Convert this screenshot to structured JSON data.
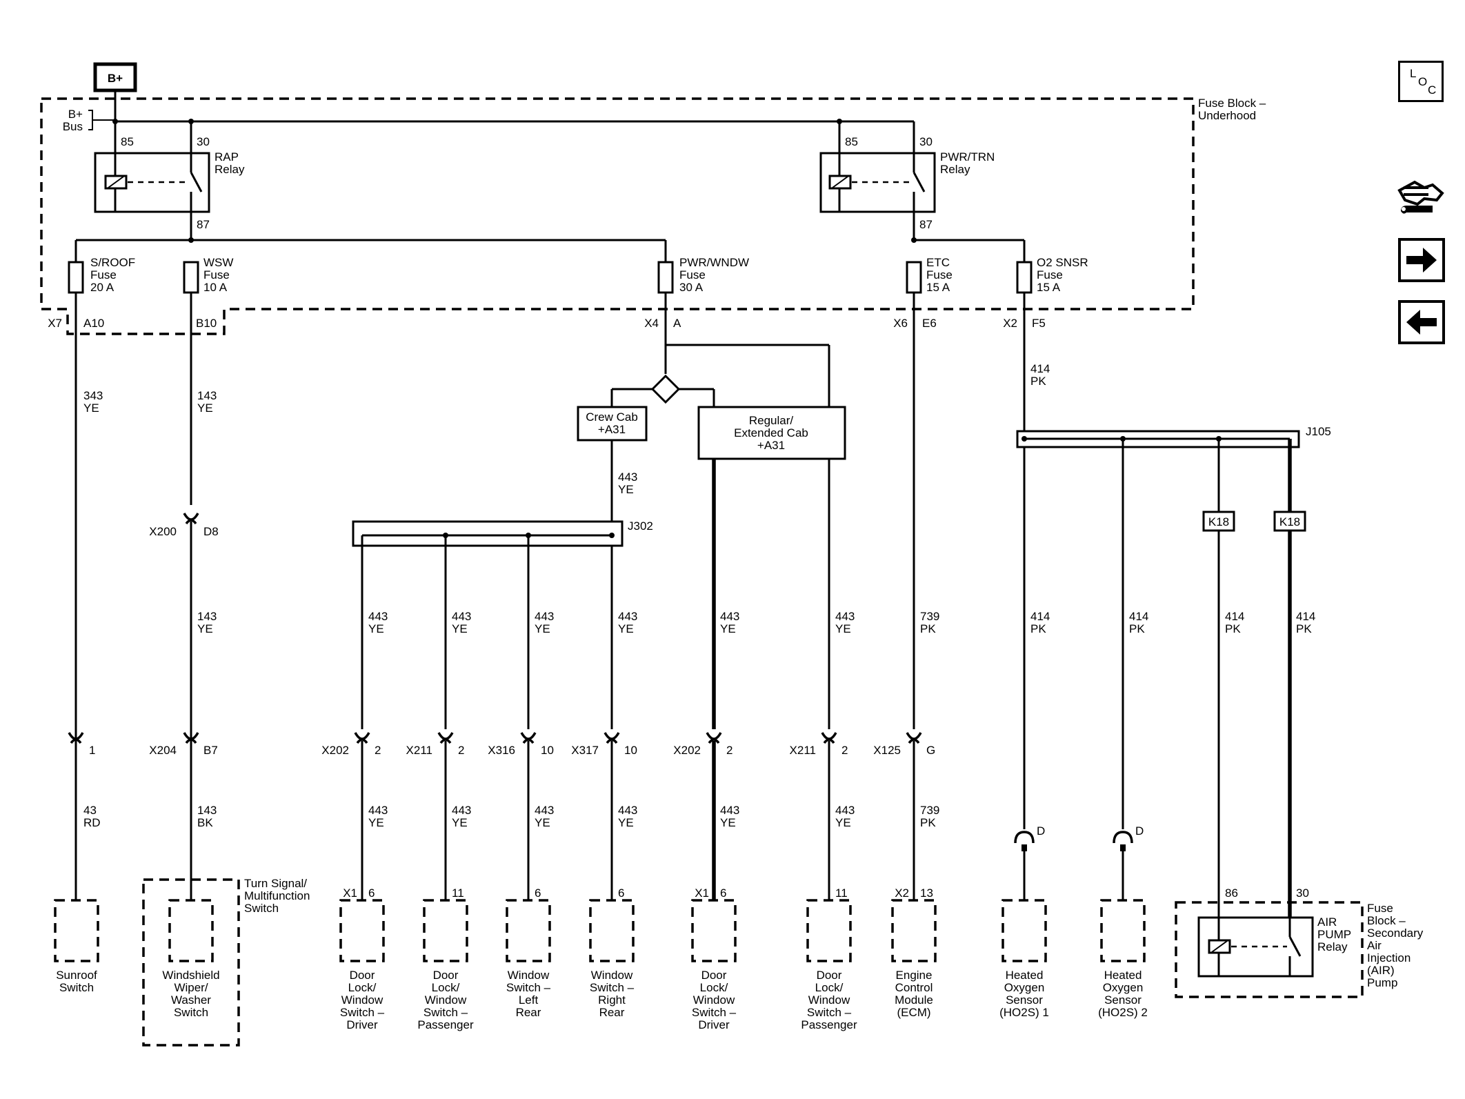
{
  "source": {
    "label": "B+"
  },
  "fuse_block": {
    "title": [
      "Fuse Block –",
      "Underhood"
    ],
    "bus_label": [
      "B+",
      "Bus"
    ]
  },
  "relays": [
    {
      "name": [
        "RAP",
        "Relay"
      ],
      "pins": [
        "85",
        "30",
        "87"
      ]
    },
    {
      "name": [
        "PWR/TRN",
        "Relay"
      ],
      "pins": [
        "85",
        "30",
        "87"
      ]
    },
    {
      "name": [
        "AIR",
        "PUMP",
        "Relay"
      ],
      "pins": [
        "86",
        "30"
      ]
    }
  ],
  "fuses": [
    {
      "name": [
        "S/ROOF",
        "Fuse",
        "20 A"
      ],
      "connector": "X7",
      "pin": "A10"
    },
    {
      "name": [
        "WSW",
        "Fuse",
        "10 A"
      ],
      "connector": "",
      "pin": "B10"
    },
    {
      "name": [
        "PWR/WNDW",
        "Fuse",
        "30 A"
      ],
      "connector": "X4",
      "pin": "A"
    },
    {
      "name": [
        "ETC",
        "Fuse",
        "15 A"
      ],
      "connector": "X6",
      "pin": "E6"
    },
    {
      "name": [
        "O2 SNSR",
        "Fuse",
        "15 A"
      ],
      "connector": "X2",
      "pin": "F5"
    }
  ],
  "options": [
    {
      "label": [
        "Crew Cab",
        "+A31"
      ]
    },
    {
      "label": [
        "Regular/",
        "Extended Cab",
        "+A31"
      ]
    }
  ],
  "splices": [
    "J302",
    "J105"
  ],
  "wires": {
    "sunroof_upper": [
      "343",
      "YE"
    ],
    "sunroof_lower": [
      "43",
      "RD"
    ],
    "wsw_upper": [
      "143",
      "YE"
    ],
    "wsw_mid": [
      "143",
      "YE"
    ],
    "wsw_lower": [
      "143",
      "BK"
    ],
    "crew_feed": [
      "443",
      "YE"
    ],
    "door": [
      "443",
      "YE"
    ],
    "etc": [
      "739",
      "PK"
    ],
    "o2_feed": [
      "414",
      "PK"
    ],
    "o2": [
      "414",
      "PK"
    ]
  },
  "connectors": {
    "x200": [
      "X200",
      "D8"
    ],
    "bottom": [
      [
        "",
        "1"
      ],
      [
        "X204",
        "B7"
      ],
      [
        "X202",
        "2"
      ],
      [
        "X211",
        "2"
      ],
      [
        "X316",
        "10"
      ],
      [
        "X317",
        "10"
      ],
      [
        "X202",
        "2"
      ],
      [
        "X211",
        "2"
      ],
      [
        "X125",
        "G"
      ]
    ],
    "sensor_pins": [
      "D",
      "D"
    ],
    "k18": [
      "K18",
      "K18"
    ]
  },
  "component_pins": [
    "X1",
    "6",
    "11",
    "6",
    "6",
    "X1",
    "6",
    "11",
    "X2",
    "13"
  ],
  "components": [
    [
      "Sunroof",
      "Switch"
    ],
    [
      "Windshield",
      "Wiper/",
      "Washer",
      "Switch"
    ],
    [
      "Door",
      "Lock/",
      "Window",
      "Switch –",
      "Driver"
    ],
    [
      "Door",
      "Lock/",
      "Window",
      "Switch –",
      "Passenger"
    ],
    [
      "Window",
      "Switch –",
      "Left",
      "Rear"
    ],
    [
      "Window",
      "Switch –",
      "Right",
      "Rear"
    ],
    [
      "Door",
      "Lock/",
      "Window",
      "Switch –",
      "Driver"
    ],
    [
      "Door",
      "Lock/",
      "Window",
      "Switch –",
      "Passenger"
    ],
    [
      "Engine",
      "Control",
      "Module",
      "(ECM)"
    ],
    [
      "Heated",
      "Oxygen",
      "Sensor",
      "(HO2S) 1"
    ],
    [
      "Heated",
      "Oxygen",
      "Sensor",
      "(HO2S) 2"
    ]
  ],
  "turn_signal": [
    "Turn Signal/",
    "Multifunction",
    "Switch"
  ],
  "secondary_fuse_block": [
    "Fuse",
    "Block –",
    "Secondary",
    "Air",
    "Injection",
    "(AIR)",
    "Pump"
  ],
  "nav": {
    "loc": [
      "L",
      "O",
      "C"
    ]
  }
}
